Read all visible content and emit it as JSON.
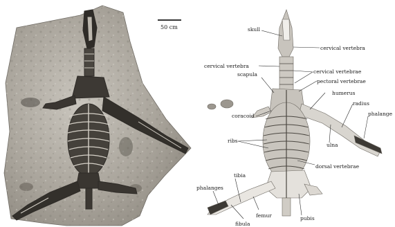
{
  "scale_bar": {
    "label": "50 cm"
  },
  "labels": {
    "skull": "skull",
    "cervical_vertebra_1": "cervical vertebra",
    "cervical_vertebra_2": "cervical vertebra",
    "cervical_vertebrae": "cervical vertebrae",
    "scapula": "scapula",
    "pectoral_vertebrae": "pectoral vertebrae",
    "humerus": "humerus",
    "radius": "radius",
    "phalange_right": "phalange",
    "coracoid": "coracoid",
    "ulna": "ulna",
    "ribs": "ribs",
    "dorsal_vertebrae": "dorsal vertebrae",
    "tibia": "tibia",
    "phalanges_left": "phalanges",
    "femur": "femur",
    "pubis": "pubis",
    "fibula": "fibula"
  }
}
